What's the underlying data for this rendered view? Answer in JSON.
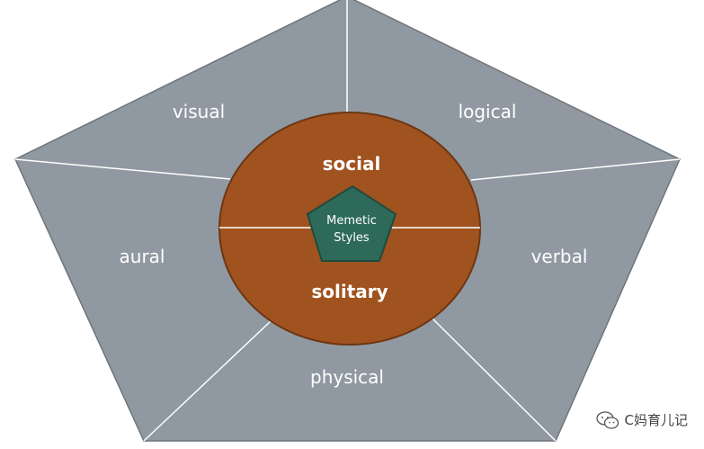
{
  "colors": {
    "segment_fill": "#9099a1",
    "segment_stroke": "#6e757c",
    "divider": "#ffffff",
    "ring_fill": "#a0521f",
    "ring_stroke": "#6d3612",
    "core_fill": "#2e6a5a",
    "core_stroke": "#1f4a3e",
    "label_text": "#ffffff"
  },
  "segments": [
    "visual",
    "logical",
    "verbal",
    "physical",
    "aural"
  ],
  "ring": {
    "top": "social",
    "bottom": "solitary"
  },
  "core": {
    "line1": "Memetic",
    "line2": "Styles"
  },
  "watermark": {
    "text": "C妈育儿记",
    "icon": "wechat-icon"
  }
}
